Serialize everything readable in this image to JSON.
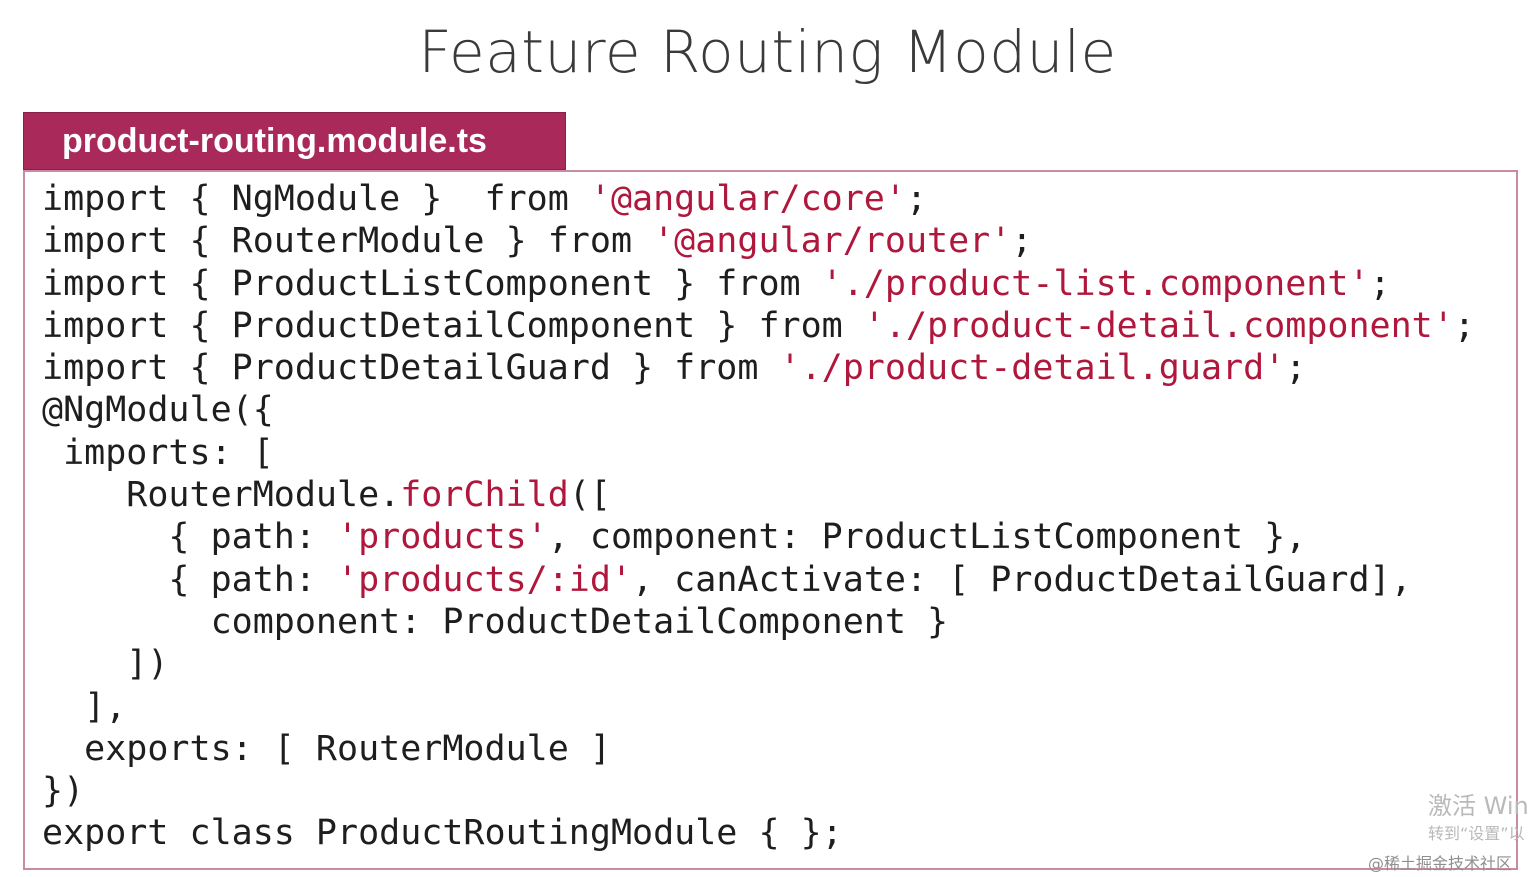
{
  "slide": {
    "title": "Feature Routing Module",
    "filename": "product-routing.module.ts"
  },
  "code": {
    "lines": [
      [
        {
          "t": "import { NgModule }  from "
        },
        {
          "t": "'@angular/core'",
          "c": "str"
        },
        {
          "t": ";"
        }
      ],
      [
        {
          "t": "import { RouterModule } from "
        },
        {
          "t": "'@angular/router'",
          "c": "str"
        },
        {
          "t": ";"
        }
      ],
      [
        {
          "t": "import { ProductListComponent } from "
        },
        {
          "t": "'./product-list.component'",
          "c": "str"
        },
        {
          "t": ";"
        }
      ],
      [
        {
          "t": "import { ProductDetailComponent } from "
        },
        {
          "t": "'./product-detail.component'",
          "c": "str"
        },
        {
          "t": ";"
        }
      ],
      [
        {
          "t": "import { ProductDetailGuard } from "
        },
        {
          "t": "'./product-detail.guard'",
          "c": "str"
        },
        {
          "t": ";"
        }
      ],
      [
        {
          "t": "@NgModule({"
        }
      ],
      [
        {
          "t": " imports: ["
        }
      ],
      [
        {
          "t": "    RouterModule."
        },
        {
          "t": "forChild",
          "c": "mth"
        },
        {
          "t": "(["
        }
      ],
      [
        {
          "t": "      { path: "
        },
        {
          "t": "'products'",
          "c": "str"
        },
        {
          "t": ", component: ProductListComponent },"
        }
      ],
      [
        {
          "t": "      { path: "
        },
        {
          "t": "'products/:id'",
          "c": "str"
        },
        {
          "t": ", canActivate: [ ProductDetailGuard],"
        }
      ],
      [
        {
          "t": "        component: ProductDetailComponent }"
        }
      ],
      [
        {
          "t": "    ])"
        }
      ],
      [
        {
          "t": "  ],"
        }
      ],
      [
        {
          "t": "  exports: [ RouterModule ]"
        }
      ],
      [
        {
          "t": "})"
        }
      ],
      [
        {
          "t": "export class ProductRoutingModule { };"
        }
      ]
    ]
  },
  "watermark": {
    "activate_title": "激活 Win",
    "activate_hint": "转到“设置”以",
    "site_credit": "@稀土掘金技术社区"
  },
  "colors": {
    "tab_background": "#a8295a",
    "string_literal": "#b0173c",
    "code_text": "#1e1e1e",
    "box_border": "#c98aa3"
  }
}
